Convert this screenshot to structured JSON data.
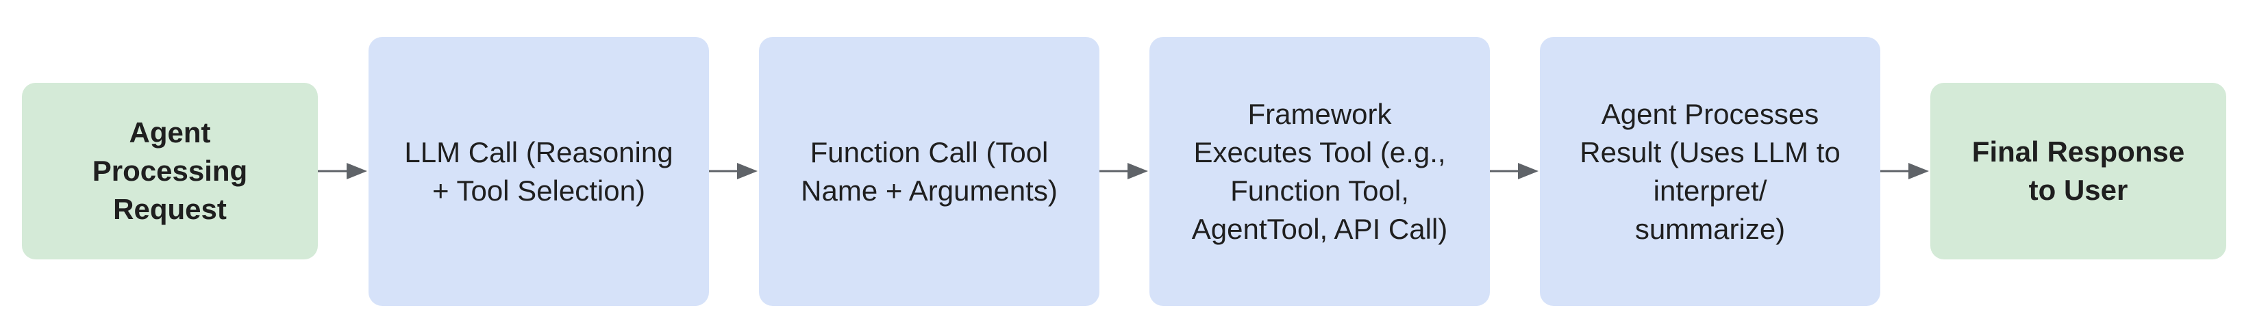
{
  "flow": {
    "steps": [
      {
        "id": "agent-processing-request",
        "label": "Agent\nProcessing\nRequest",
        "style": "green"
      },
      {
        "id": "llm-call",
        "label": "LLM Call (Reasoning\n+ Tool Selection)",
        "style": "blue"
      },
      {
        "id": "function-call",
        "label": "Function Call (Tool\nName + Arguments)",
        "style": "blue"
      },
      {
        "id": "framework-executes-tool",
        "label": "Framework\nExecutes Tool (e.g.,\nFunction Tool,\nAgentTool, API Call)",
        "style": "blue"
      },
      {
        "id": "agent-processes-result",
        "label": "Agent Processes\nResult (Uses LLM to\ninterpret/\nsummarize)",
        "style": "blue"
      },
      {
        "id": "final-response",
        "label": "Final Response\nto User",
        "style": "green"
      }
    ],
    "colors": {
      "green_fill": "#d4ead7",
      "blue_fill": "#d6e2f9",
      "text": "#1f1f1f",
      "arrow": "#5f6368"
    }
  }
}
